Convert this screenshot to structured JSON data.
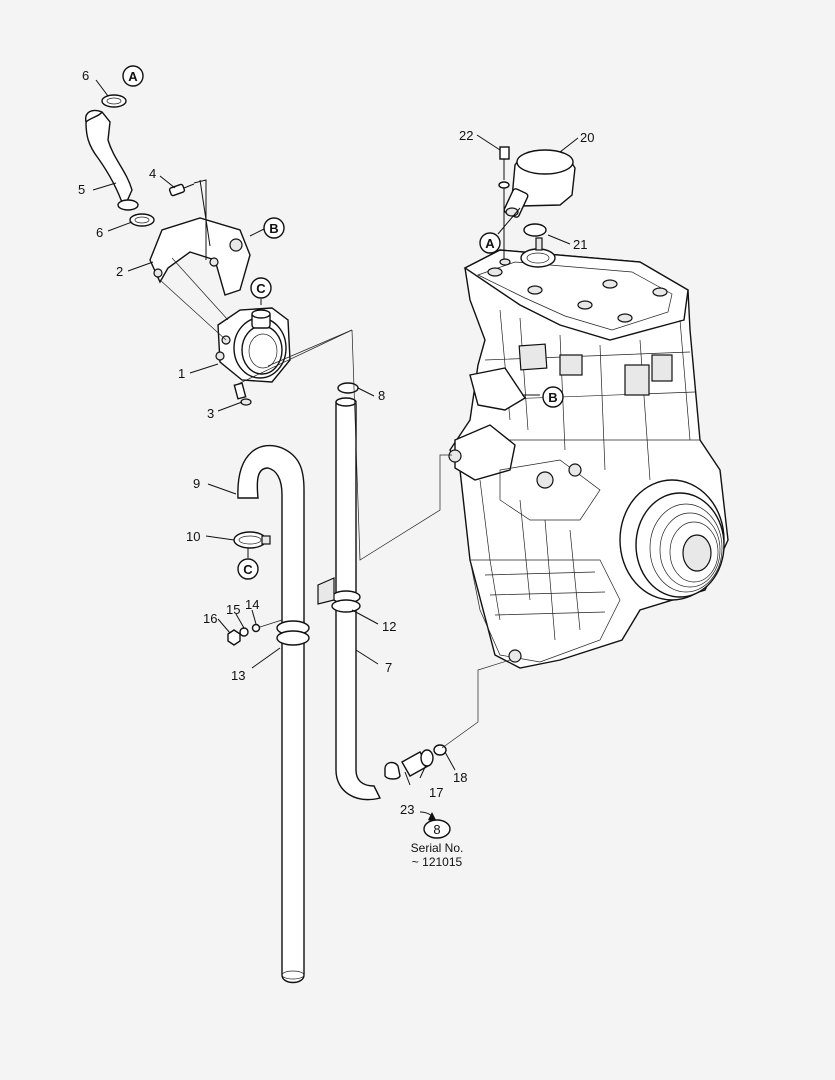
{
  "part_numbers": [
    "1",
    "2",
    "3",
    "4",
    "5",
    "6",
    "6",
    "7",
    "8",
    "9",
    "10",
    "12",
    "13",
    "14",
    "15",
    "16",
    "17",
    "18",
    "20",
    "21",
    "22",
    "23"
  ],
  "reference_letters": {
    "A_top": "A",
    "B_bracket": "B",
    "C_pump": "C",
    "C_clamp": "C",
    "A_engine": "A",
    "B_engine": "B"
  },
  "serial_note": {
    "badge": "8",
    "line1": "Serial No.",
    "line2": "~ 121015"
  }
}
